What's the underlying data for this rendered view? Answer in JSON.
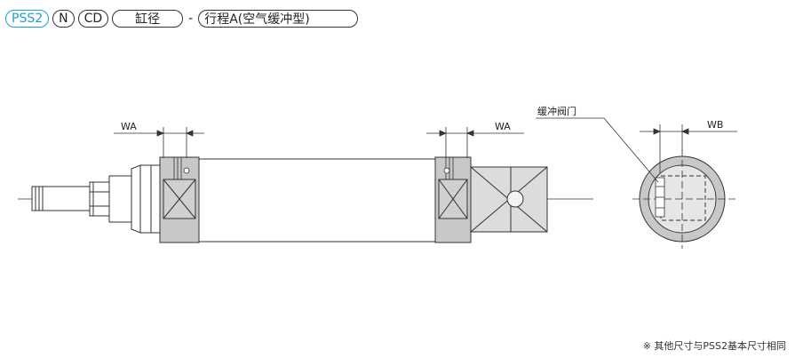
{
  "code": {
    "series": "PSS2",
    "n": "N",
    "cd": "CD",
    "bore": "缸径",
    "separator": "-",
    "stroke": "行程A(空气缓冲型)"
  },
  "labels": {
    "wa_left": "WA",
    "wa_right": "WA",
    "wb": "WB",
    "cushion_valve": "缓冲阀门"
  },
  "footnote": "※ 其他尺寸与PSS2基本尺寸相同",
  "colors": {
    "accent": "#1a9fd0",
    "line": "#333333",
    "fill_gray": "#c8c8c8"
  }
}
